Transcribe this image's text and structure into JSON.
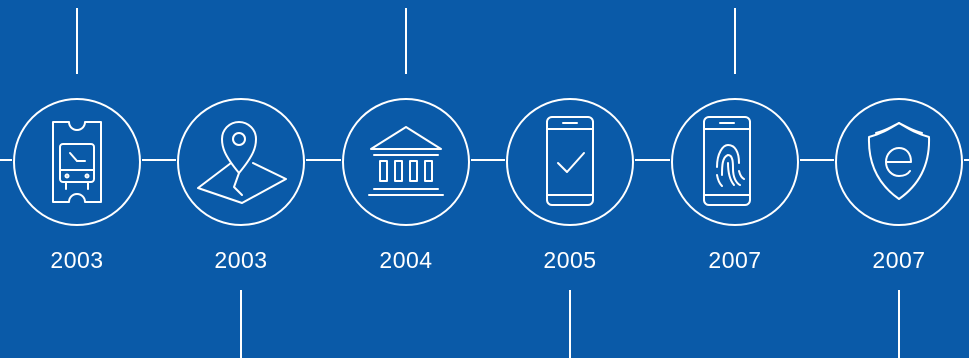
{
  "colors": {
    "background": "#0a5aa8",
    "stroke": "#ffffff"
  },
  "timeline": {
    "items": [
      {
        "year": "2003",
        "icon": "bus-ticket-icon",
        "connector": "top"
      },
      {
        "year": "2003",
        "icon": "map-pin-icon",
        "connector": "bottom"
      },
      {
        "year": "2004",
        "icon": "bank-building-icon",
        "connector": "top"
      },
      {
        "year": "2005",
        "icon": "phone-checkmark-icon",
        "connector": "bottom"
      },
      {
        "year": "2007",
        "icon": "phone-fingerprint-icon",
        "connector": "top"
      },
      {
        "year": "2007",
        "icon": "shield-e-icon",
        "connector": "bottom"
      }
    ]
  }
}
